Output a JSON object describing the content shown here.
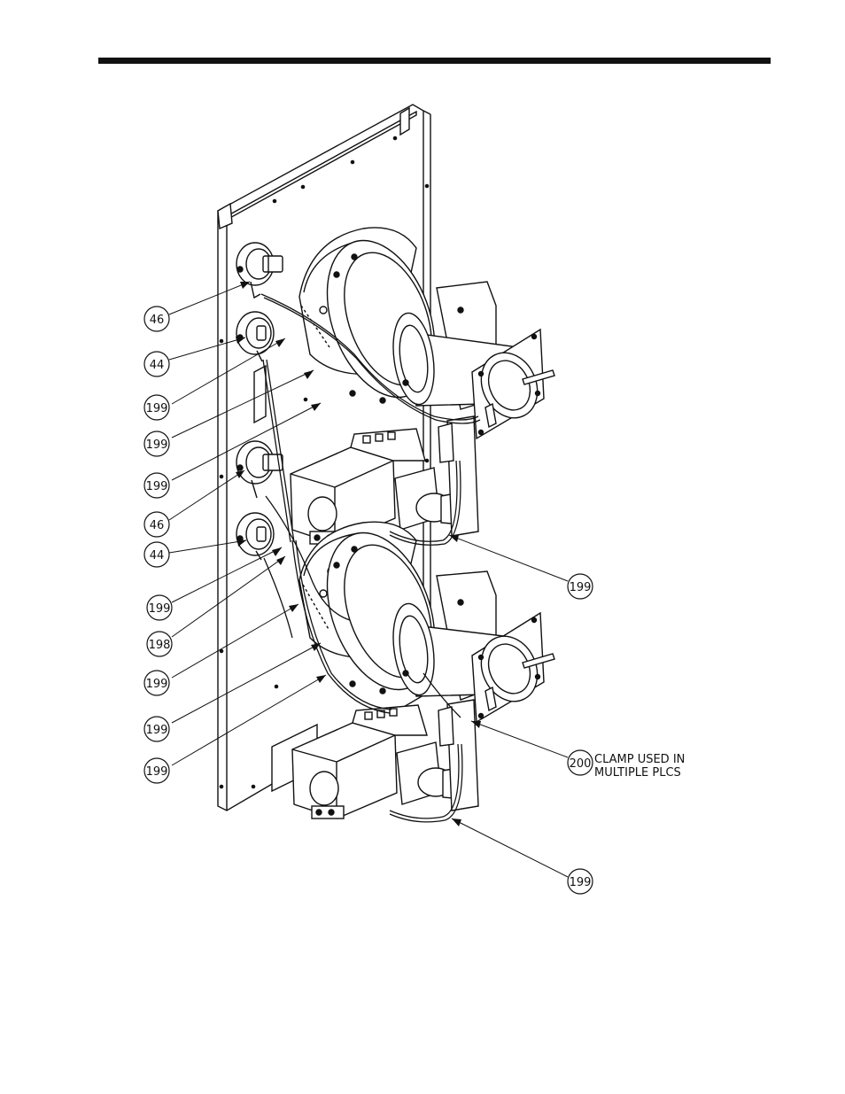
{
  "callouts": [
    {
      "label": "46"
    },
    {
      "label": "44"
    },
    {
      "label": "199"
    },
    {
      "label": "199"
    },
    {
      "label": "199"
    },
    {
      "label": "46"
    },
    {
      "label": "44"
    },
    {
      "label": "199"
    },
    {
      "label": "198"
    },
    {
      "label": "199"
    },
    {
      "label": "199"
    },
    {
      "label": "199"
    },
    {
      "label": "199"
    },
    {
      "label": "200"
    },
    {
      "label": "199"
    }
  ],
  "note": {
    "line1": "CLAMP USED IN",
    "line2": "MULTIPLE PLCS"
  }
}
